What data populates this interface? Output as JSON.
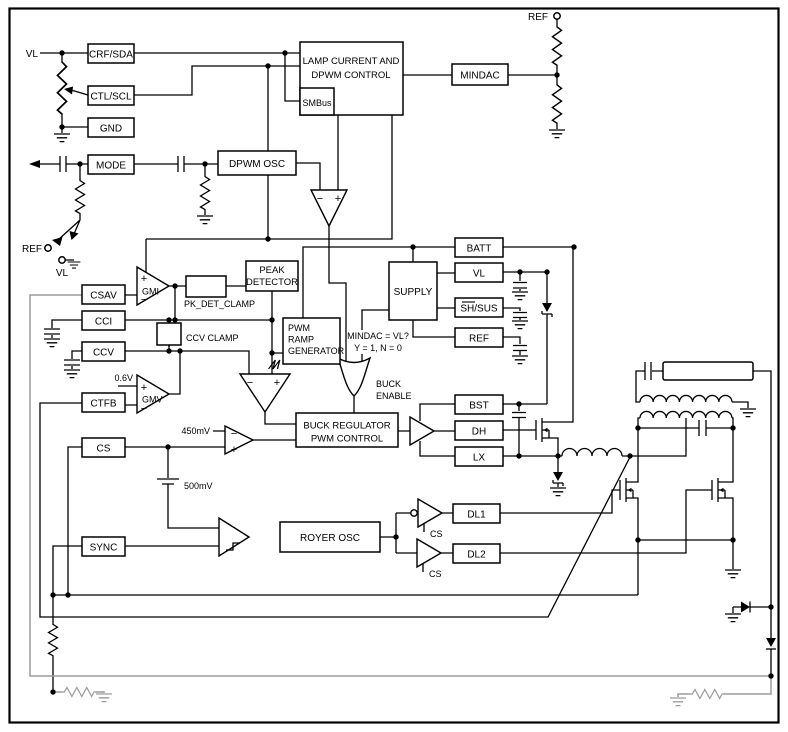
{
  "diagram": {
    "pins": {
      "vl_top": "VL",
      "crf_sda": "CRF/SDA",
      "ctl_scl": "CTL/SCL",
      "gnd": "GND",
      "mode": "MODE",
      "csav": "CSAV",
      "cci": "CCI",
      "ccv": "CCV",
      "ctfb": "CTFB",
      "cs": "CS",
      "sync": "SYNC",
      "batt": "BATT",
      "vl": "VL",
      "sh_sus": "SH/SUS",
      "ref": "REF",
      "bst": "BST",
      "dh": "DH",
      "lx": "LX",
      "dl1": "DL1",
      "dl2": "DL2"
    },
    "blocks": {
      "lamp1": "LAMP CURRENT AND",
      "lamp2": "DPWM CONTROL",
      "smbus": "SMBus",
      "dpwm_osc": "DPWM OSC",
      "mindac": "MINDAC",
      "peak1": "PEAK",
      "peak2": "DETECTOR",
      "ramp1": "PWM",
      "ramp2": "RAMP",
      "ramp3": "GENERATOR",
      "supply": "SUPPLY",
      "buck1": "BUCK REGULATOR",
      "buck2": "PWM CONTROL",
      "royer": "ROYER OSC"
    },
    "amps": {
      "gmi": "GMI",
      "gmv": "GMV",
      "plus": "+",
      "minus": "−"
    },
    "labels": {
      "ref_top": "REF",
      "ref_switch": "REF",
      "vl_switch": "VL",
      "pk_det_clamp": "PK_DET_CLAMP",
      "ccv_clamp": "CCV CLAMP",
      "v_06": "0.6V",
      "v_450": "450mV",
      "v_500": "500mV",
      "mindac_q1": "MINDAC = VL?",
      "mindac_q2": "Y = 1, N = 0",
      "buck_enable1": "BUCK",
      "buck_enable2": "ENABLE",
      "cs_driver1": "CS",
      "cs_driver2": "CS"
    },
    "colors": {
      "line": "#000000",
      "gray_line": "#9b9b9b",
      "background": "#ffffff"
    }
  }
}
